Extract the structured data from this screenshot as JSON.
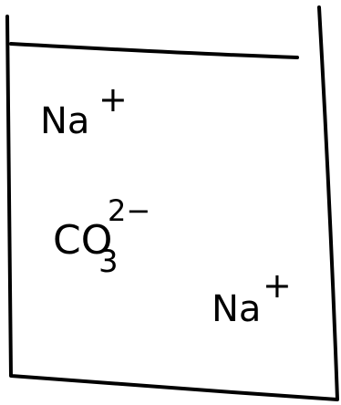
{
  "beaker": {
    "stroke_color": "#000000",
    "background_color": "#ffffff"
  },
  "ions": [
    {
      "symbol": "Na",
      "charge": "+"
    },
    {
      "symbol": "CO",
      "subscript": "3",
      "charge": "2−"
    },
    {
      "symbol": "Na",
      "charge": "+"
    }
  ]
}
